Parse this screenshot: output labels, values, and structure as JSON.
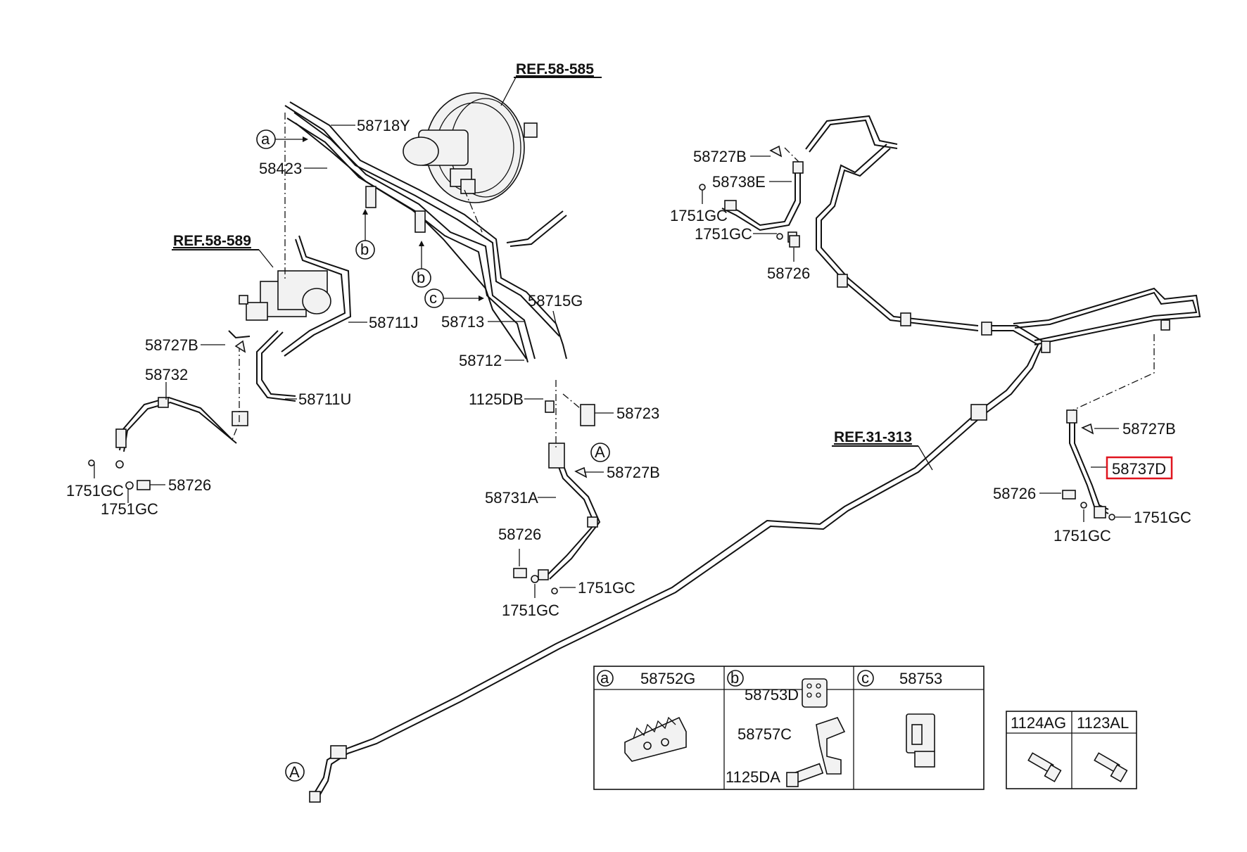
{
  "refs": {
    "r1": "REF.58-585",
    "r2": "REF.58-589",
    "r3": "REF.31-313"
  },
  "labels": {
    "p58718Y": "58718Y",
    "p58423": "58423",
    "p58711J": "58711J",
    "p58711U": "58711U",
    "p58727B_a": "58727B",
    "p58732": "58732",
    "p1751GC_a": "1751GC",
    "p1751GC_b": "1751GC",
    "p58726_a": "58726",
    "p58715G": "58715G",
    "p58713": "58713",
    "p58712": "58712",
    "p1125DB": "1125DB",
    "p58723": "58723",
    "p58727B_b": "58727B",
    "p58731A": "58731A",
    "p58726_b": "58726",
    "p1751GC_c": "1751GC",
    "p1751GC_d": "1751GC",
    "p58727B_c": "58727B",
    "p58738E": "58738E",
    "p1751GC_e": "1751GC",
    "p1751GC_f": "1751GC",
    "p58726_c": "58726",
    "p58727B_d": "58727B",
    "p58737D": "58737D",
    "p58726_d": "58726",
    "p1751GC_g": "1751GC",
    "p1751GC_h": "1751GC"
  },
  "callouts": {
    "a": "a",
    "b1": "b",
    "b2": "b",
    "c": "c",
    "A1": "A",
    "A2": "A"
  },
  "detail_table": {
    "col_a_letter": "a",
    "col_a_part": "58752G",
    "col_b_letter": "b",
    "col_b_parts": [
      "58753D",
      "58757C",
      "1125DA"
    ],
    "col_c_letter": "c",
    "col_c_part": "58753"
  },
  "bolt_table": {
    "h1": "1124AG",
    "h2": "1123AL"
  },
  "highlight_color": "#e0141e"
}
